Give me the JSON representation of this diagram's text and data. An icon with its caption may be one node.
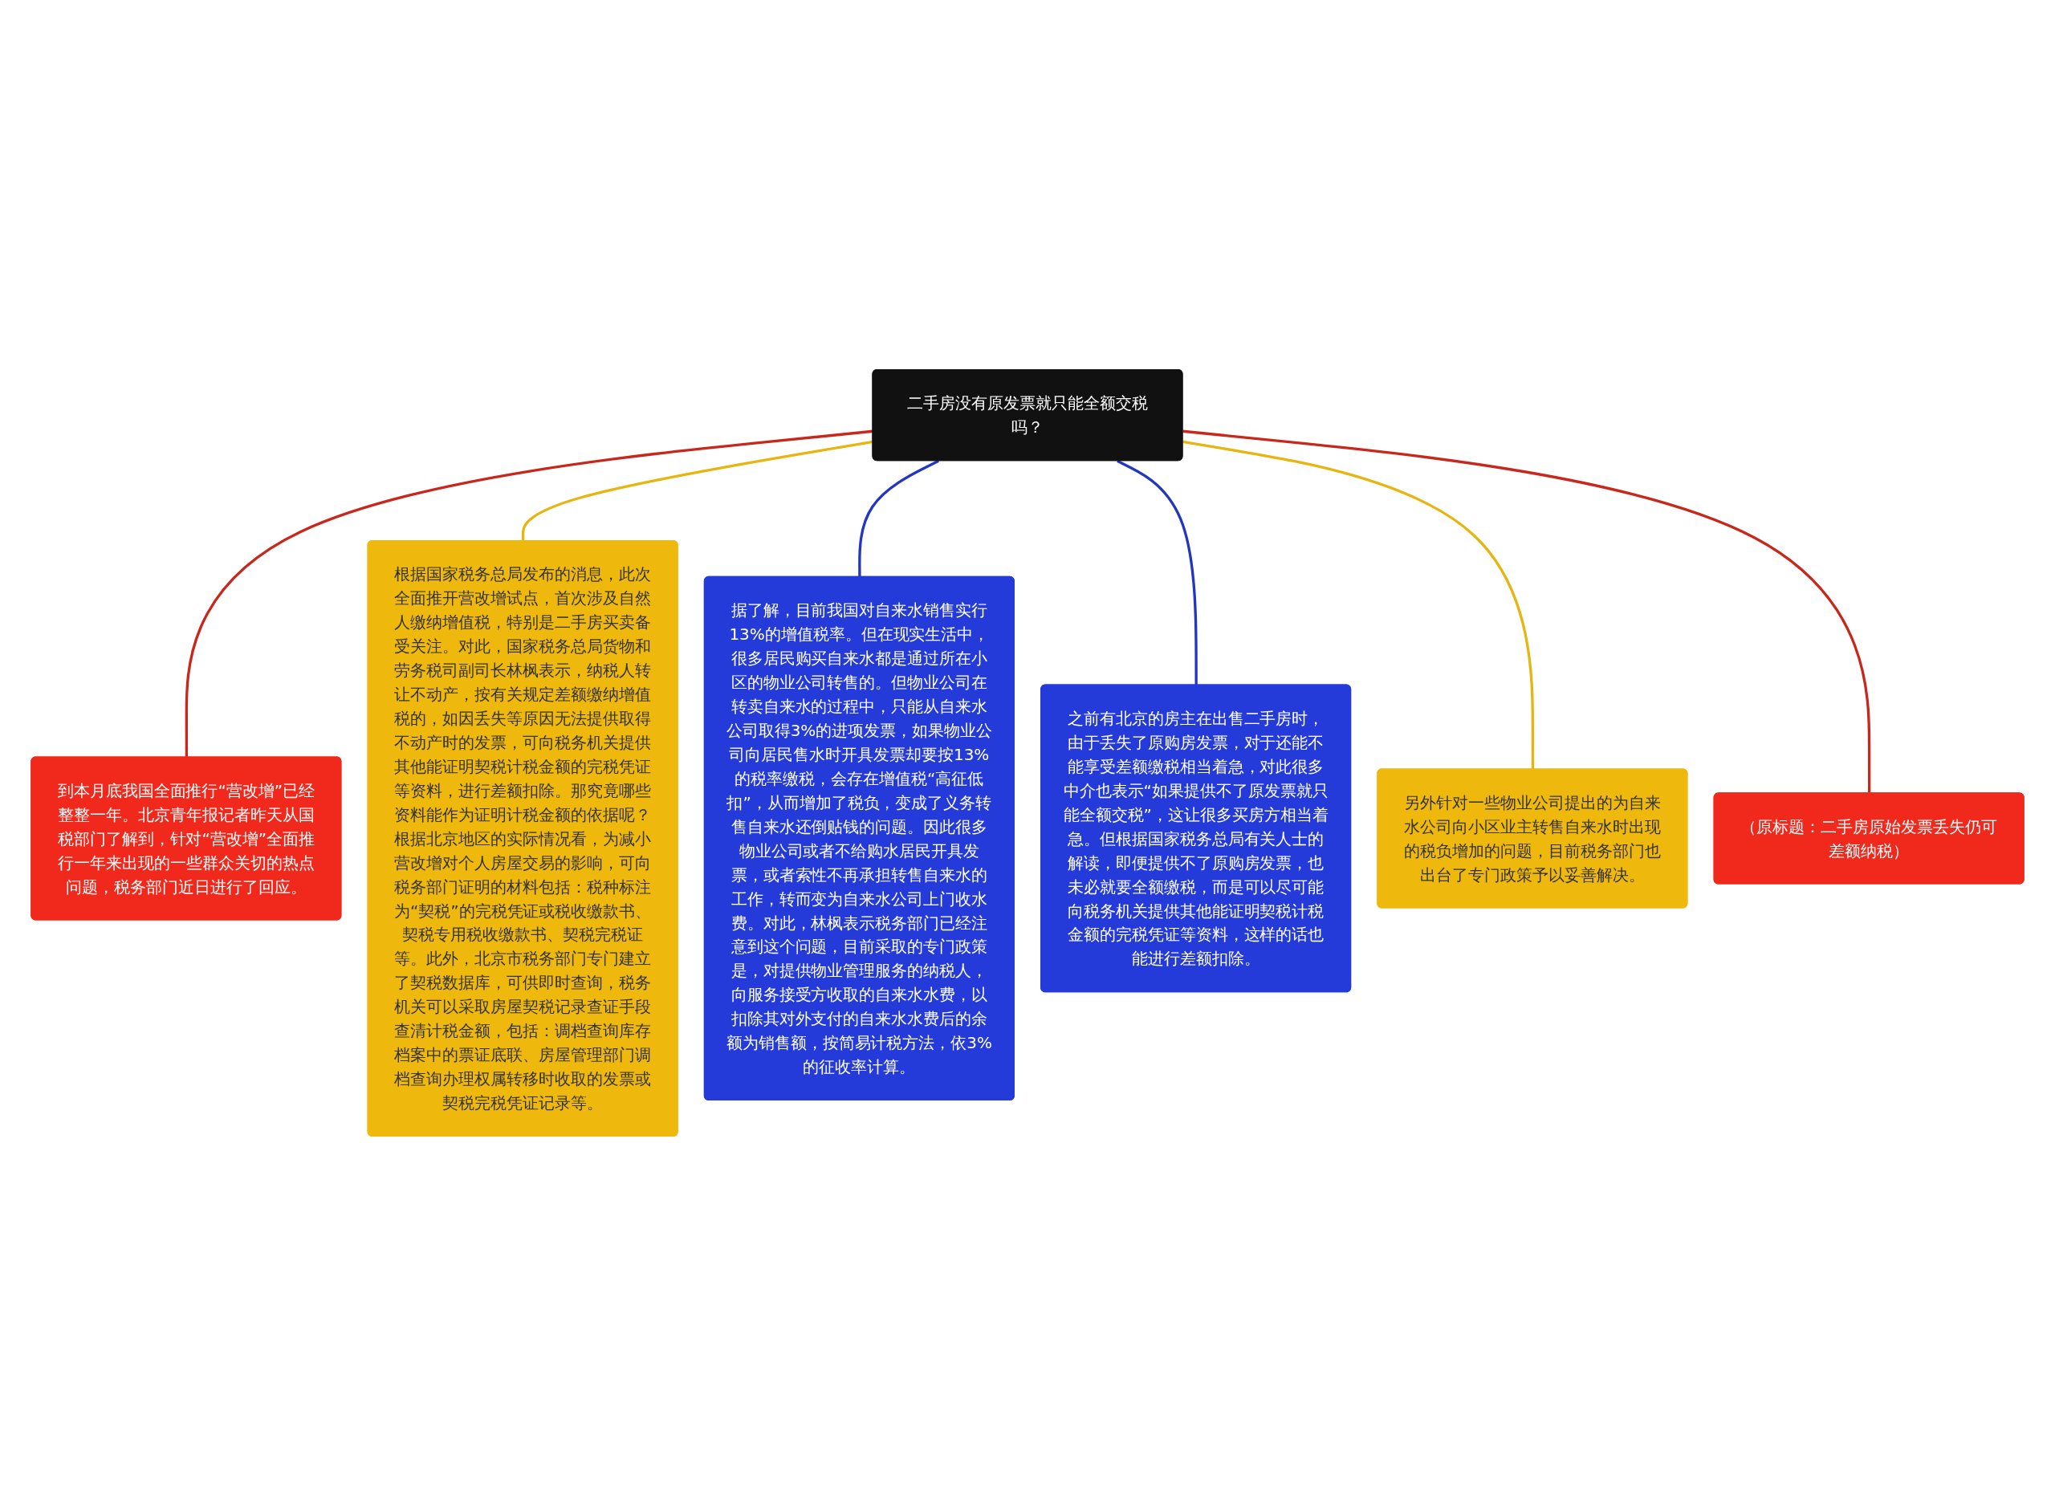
{
  "diagram": {
    "nodes": [
      {
        "text": [
          "二手房没有原发票就只能全额交税吗？"
        ]
      },
      {
        "text": [
          "到本月底我国全面推行“营改增”已经整整一年。北京青年报记者昨天从国税部门了解到，针对“营改增”全面推行一年来出现的一些群众关切的热点问题，税务部门近日进行了回应。"
        ]
      },
      {
        "text": [
          "根据国家税务总局发布的消息，此次全面推开营改增试点，首次涉及自然人缴纳增值税，特别是二手房买卖备受关注。对此，国家税务总局货物和劳务税司副司长林枫表示，纳税人转让不动产，按有关规定差额缴纳增值税的，如因丢失等原因无法提供取得不动产时的发票，可向税务机关提供其他能证明契税计税金额的完税凭证等资料，进行差额扣除。那究竟哪些资料能作为证明计税金额的依据呢？根据北京地区的实际情况看，为减小营改增对个人房屋交易的影响，可向税务部门证明的材料包括：税种标注为“契税”的完税凭证或税收缴款书、契税专用税收缴款书、契税完税证等。此外，北京市税务部门专门建立了契税数据库，可供即时查询，税务机关可以采取房屋契税记录查证手段查清计税金额，包括：调档查询库存档案中的票证底联、房屋管理部门调档查询办理权属转移时收取的发票或契税完税凭证记录等。"
        ]
      },
      {
        "text": [
          "据了解，目前我国对自来水销售实行13%的增值税率。但在现实生活中，很多居民购买自来水都是通过所在小区的物业公司转售的。但物业公司在转卖自来水的过程中，只能从自来水公司取得3%的进项发票，如果物业公司向居民售水时开具发票却要按13%的税率缴税，会存在增值税“高征低扣”，从而增加了税负，变成了义务转售自来水还倒贴钱的问题。因此很多物业公司或者不给购水居民开具发票，或者索性不再承担转售自来水的工作，转而变为自来水公司上门收水费。对此，林枫表示税务部门已经注意到这个问题，目前采取的专门政策是，对提供物业管理服务的纳税人，向服务接受方收取的自来水水费，以扣除其对外支付的自来水水费后的余额为销售额，按简易计税方法，依3%的征收率计算。"
        ]
      },
      {
        "text": [
          "之前有北京的房主在出售二手房时，由于丢失了原购房发票，对于还能不能享受差额缴税相当着急，对此很多中介也表示“如果提供不了原发票就只能全额交税”，这让很多买房方相当着急。但根据国家税务总局有关人士的解读，即便提供不了原购房发票，也未必就要全额缴税，而是可以尽可能向税务机关提供其他能证明契税计税金额的完税凭证等资料，这样的话也能进行差额扣除。"
        ]
      },
      {
        "text": [
          "另外针对一些物业公司提出的为自来水公司向小区业主转售自来水时出现的税负增加的问题，目前税务部门也出台了专门政策予以妥善解决。"
        ]
      },
      {
        "text": [
          "（原标题：二手房原始发票丢失仍可差额纳税）"
        ]
      }
    ],
    "edges": [
      {
        "from": 0,
        "to": 1,
        "arrow": "none",
        "color": "#c8281c"
      },
      {
        "from": 0,
        "to": 2,
        "arrow": "none",
        "color": "#e6b510"
      },
      {
        "from": 0,
        "to": 3,
        "arrow": "none",
        "color": "#2236c0"
      },
      {
        "from": 0,
        "to": 4,
        "arrow": "none",
        "color": "#2236c0"
      },
      {
        "from": 0,
        "to": 5,
        "arrow": "none",
        "color": "#e6b510"
      },
      {
        "from": 0,
        "to": 6,
        "arrow": "none",
        "color": "#c8281c"
      }
    ]
  }
}
